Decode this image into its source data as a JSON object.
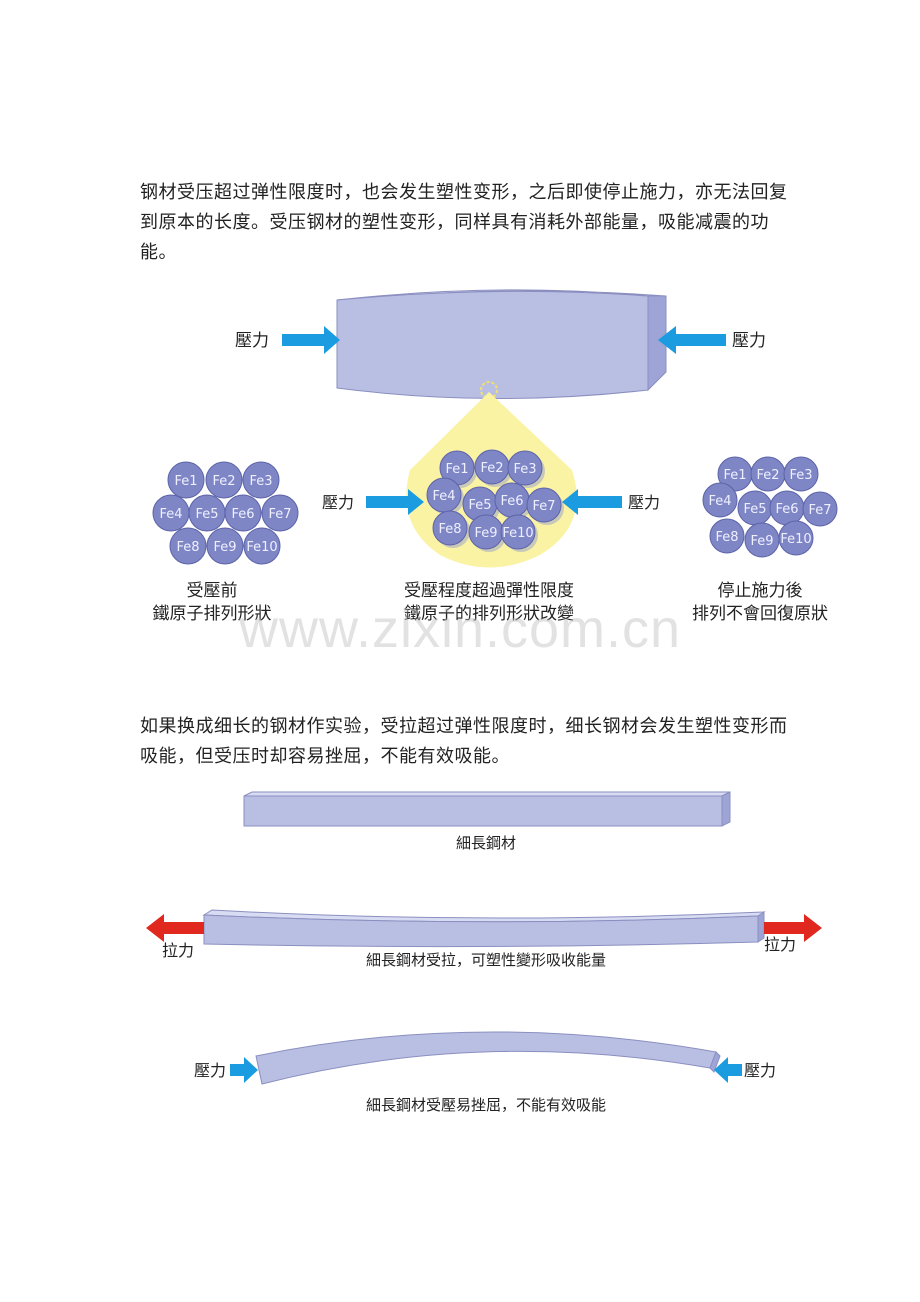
{
  "paragraphs": {
    "p1": "钢材受压超过弹性限度时，也会发生塑性变形，之后即使停止施力，亦无法回复到原本的长度。受压钢材的塑性变形，同样具有消耗外部能量，吸能减震的功能。",
    "p2": "如果换成细长的钢材作实验，受拉超过弹性限度时，细长钢材会发生塑性变形而吸能，但受压时却容易挫屈，不能有效吸能。"
  },
  "figure1": {
    "force_left": "壓力",
    "force_right": "壓力",
    "force_mid_left": "壓力",
    "force_mid_right": "壓力",
    "caption_before_1": "受壓前",
    "caption_before_2": "鐵原子排列形狀",
    "caption_mid_1": "受壓程度超過彈性限度",
    "caption_mid_2": "鐵原子的排列形狀改變",
    "caption_after_1": "停止施力後",
    "caption_after_2": "排列不會回復原狀",
    "atoms": [
      "Fe1",
      "Fe2",
      "Fe3",
      "Fe4",
      "Fe5",
      "Fe6",
      "Fe7",
      "Fe8",
      "Fe9",
      "Fe10"
    ]
  },
  "watermark": "www.zixin.com.cn",
  "figure2": {
    "caption_bar": "細長鋼材",
    "tension_left": "拉力",
    "tension_right": "拉力",
    "caption_tension": "細長鋼材受拉，可塑性變形吸收能量",
    "compress_left": "壓力",
    "compress_right": "壓力",
    "caption_compress": "細長鋼材受壓易挫屈，不能有效吸能"
  },
  "colors": {
    "steel_face": "#b9bfe3",
    "steel_edge": "#8a8fc0",
    "atom": "#7f86c6",
    "arrow_blue": "#1b9be0",
    "arrow_red": "#e0281e",
    "cone": "#fbf3a4"
  }
}
